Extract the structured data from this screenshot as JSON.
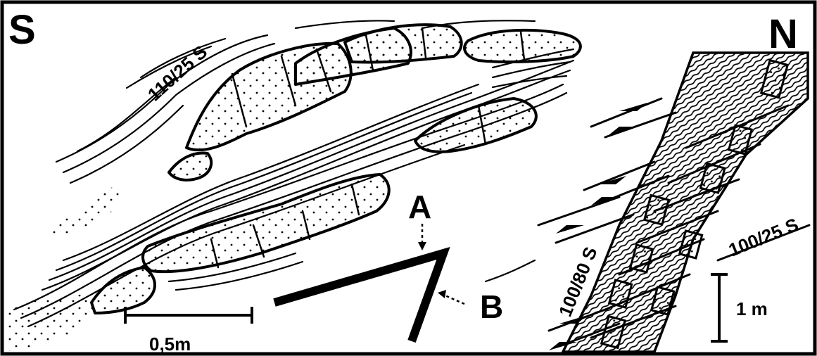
{
  "labels": {
    "south": "S",
    "north": "N",
    "a": "A",
    "b": "B",
    "attitude_left": "110/25 S",
    "attitude_right_low": "100/25 S",
    "attitude_right_steep": "100/80 S",
    "scale_left": "0,5m",
    "scale_right": "1 m"
  }
}
